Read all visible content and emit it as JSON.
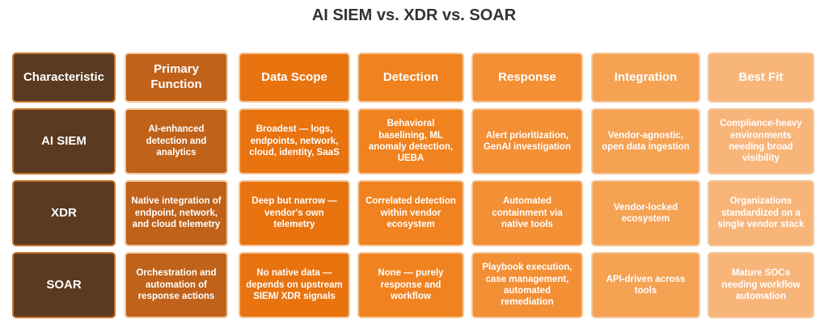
{
  "title": "AI SIEM vs. XDR vs. SOAR",
  "colors": {
    "label": "#5a3a20",
    "label_border": "#c9772a",
    "col1": "#c0621a",
    "col2": "#e8730f",
    "col3": "#f0821f",
    "col4": "#f38f35",
    "col5": "#f5a253",
    "col6": "#f8b57a",
    "border_light": "#f5c79a"
  },
  "header": [
    "Characteristic",
    "Primary Function",
    "Data Scope",
    "Detection",
    "Response",
    "Integration",
    "Best Fit"
  ],
  "rows": [
    {
      "label": "AI SIEM",
      "cells": [
        "AI-enhanced detection and analytics",
        "Broadest — logs, endpoints, network, cloud, identity, SaaS",
        "Behavioral baselining, ML anomaly detection, UEBA",
        "Alert prioritization, GenAI investigation",
        "Vendor-agnostic, open data ingestion",
        "Compliance-heavy environments needing broad visibility"
      ]
    },
    {
      "label": "XDR",
      "cells": [
        "Native integration of endpoint, network, and cloud telemetry",
        "Deep but narrow — vendor's own telemetry",
        "Correlated detection within vendor ecosystem",
        "Automated containment via native tools",
        "Vendor-locked ecosystem",
        "Organizations standardized on a single vendor stack"
      ]
    },
    {
      "label": "SOAR",
      "cells": [
        "Orchestration and automation of response actions",
        "No native data — depends on upstream SIEM/ XDR signals",
        "None — purely response and workflow",
        "Playbook execution, case management, automated remediation",
        "API-driven across tools",
        "Mature SOCs needing workflow automation"
      ]
    }
  ]
}
